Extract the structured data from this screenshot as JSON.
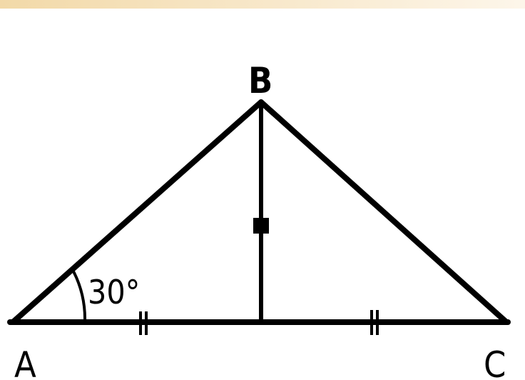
{
  "diagram": {
    "points": {
      "A": "A",
      "B": "B",
      "C": "C"
    },
    "angle_label": "30°",
    "colors": {
      "stroke": "#000000",
      "background": "#ffffff",
      "top_band": "#f2d9a8"
    }
  }
}
